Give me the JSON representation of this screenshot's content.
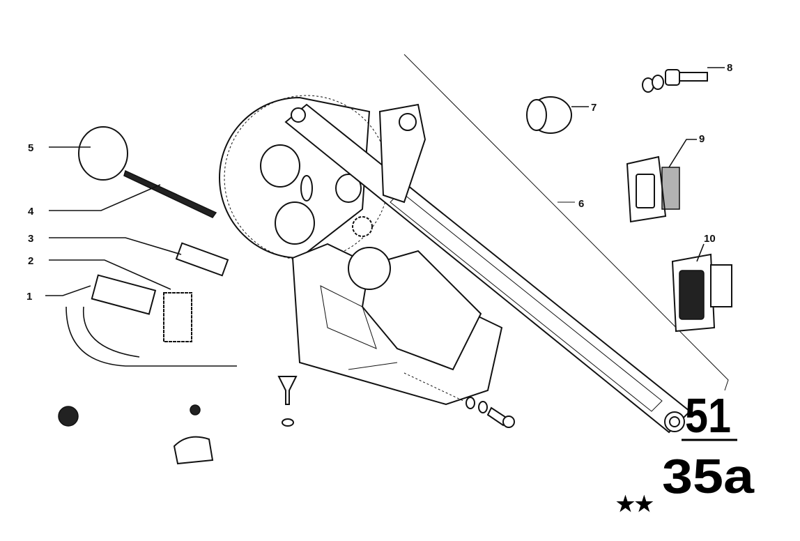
{
  "diagram": {
    "callouts": [
      "1",
      "2",
      "3",
      "4",
      "5",
      "6",
      "7",
      "8",
      "9",
      "10"
    ],
    "group_number": "51",
    "subgroup_number": "35a",
    "marker": "★★"
  }
}
